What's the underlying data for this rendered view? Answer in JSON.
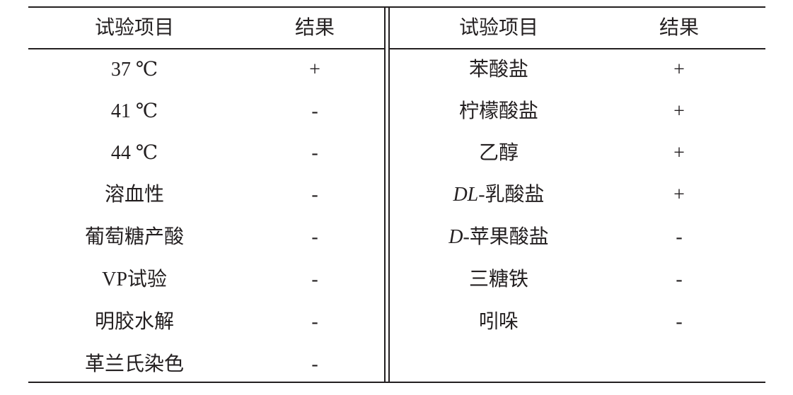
{
  "table": {
    "headers": [
      "试验项目",
      "结果",
      "试验项目",
      "结果"
    ],
    "left_rows": [
      {
        "test": "37 ℃",
        "result": "+"
      },
      {
        "test": "41 ℃",
        "result": "-"
      },
      {
        "test": "44 ℃",
        "result": "-"
      },
      {
        "test": "溶血性",
        "result": "-"
      },
      {
        "test": "葡萄糖产酸",
        "result": "-"
      },
      {
        "test": "VP试验",
        "result": "-"
      },
      {
        "test": "明胶水解",
        "result": "-"
      },
      {
        "test": "革兰氏染色",
        "result": "-"
      }
    ],
    "right_rows": [
      {
        "test_prefix": "",
        "test": "苯酸盐",
        "result": "+"
      },
      {
        "test_prefix": "",
        "test": "柠檬酸盐",
        "result": "+"
      },
      {
        "test_prefix": "",
        "test": "乙醇",
        "result": "+"
      },
      {
        "test_prefix": "DL",
        "test": "-乳酸盐",
        "result": "+"
      },
      {
        "test_prefix": "D",
        "test": "-苹果酸盐",
        "result": "-"
      },
      {
        "test_prefix": "",
        "test": "三糖铁",
        "result": "-"
      },
      {
        "test_prefix": "",
        "test": "吲哚",
        "result": "-"
      }
    ]
  }
}
